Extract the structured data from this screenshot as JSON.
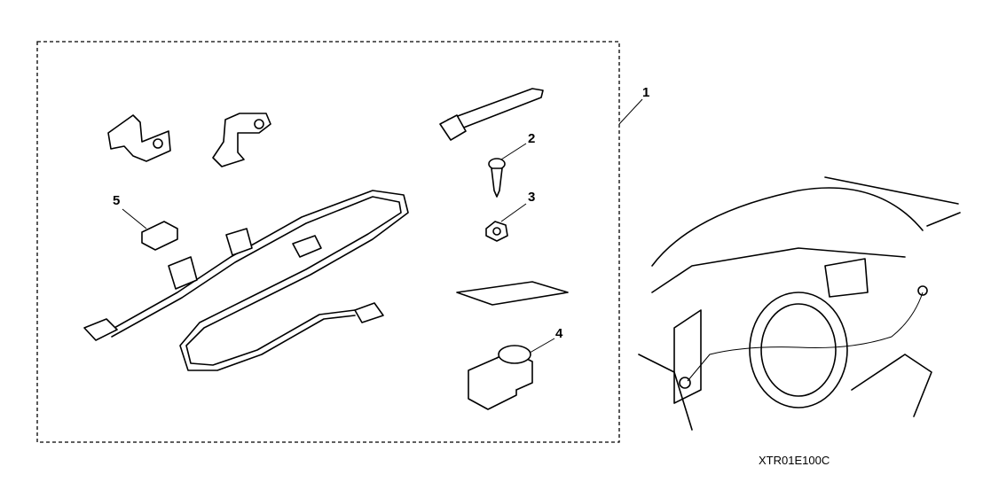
{
  "callouts": {
    "c1": "1",
    "c2": "2",
    "c3": "3",
    "c4": "4",
    "c5": "5"
  },
  "diagram_code": "XTR01E100C"
}
